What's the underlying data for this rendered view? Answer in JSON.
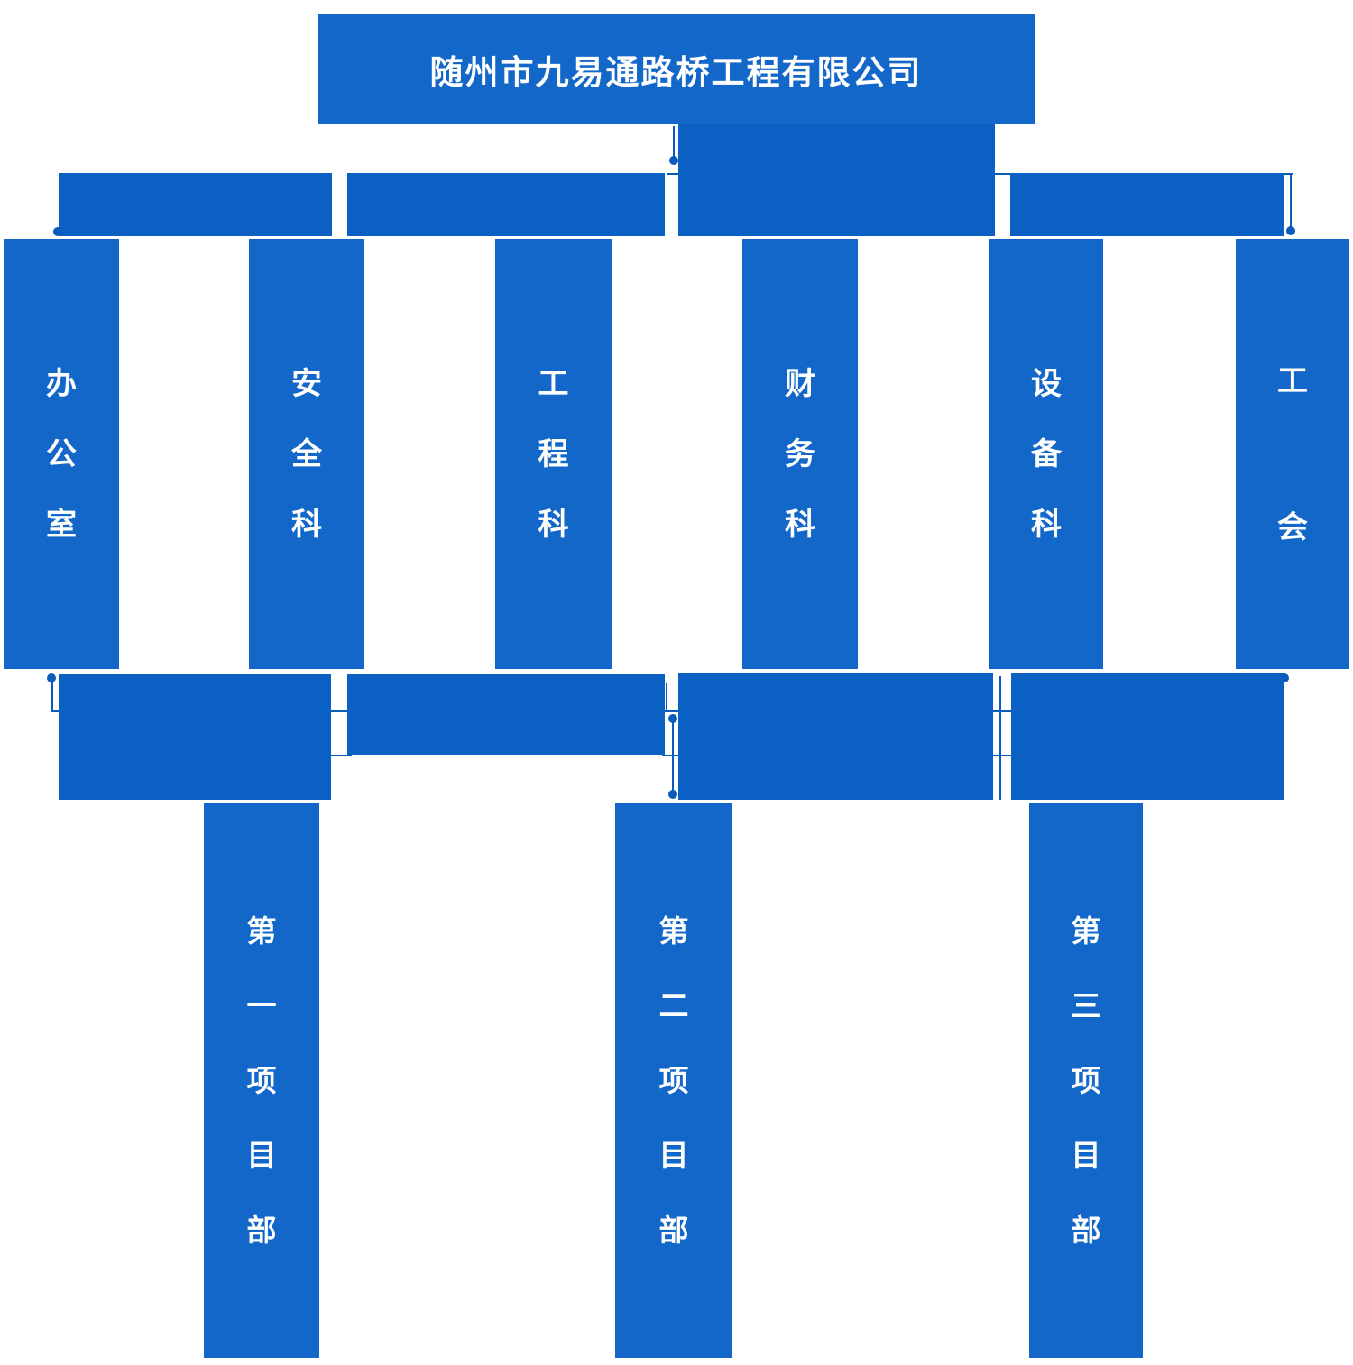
{
  "colors": {
    "box_blue": "#1267c9",
    "bar_blue": "#0b60c4",
    "connector_blue": "#0a5bba",
    "text_white": "#ffffff"
  },
  "org_chart": {
    "type": "organization-chart",
    "root": {
      "label": "随州市九易通路桥工程有限公司"
    },
    "departments": [
      {
        "label": "办公室"
      },
      {
        "label": "安全科"
      },
      {
        "label": "工程科"
      },
      {
        "label": "财务科"
      },
      {
        "label": "设备科"
      },
      {
        "label": "工会"
      }
    ],
    "project_departments": [
      {
        "label": "第一项目部"
      },
      {
        "label": "第二项目部"
      },
      {
        "label": "第三项目部"
      }
    ]
  }
}
